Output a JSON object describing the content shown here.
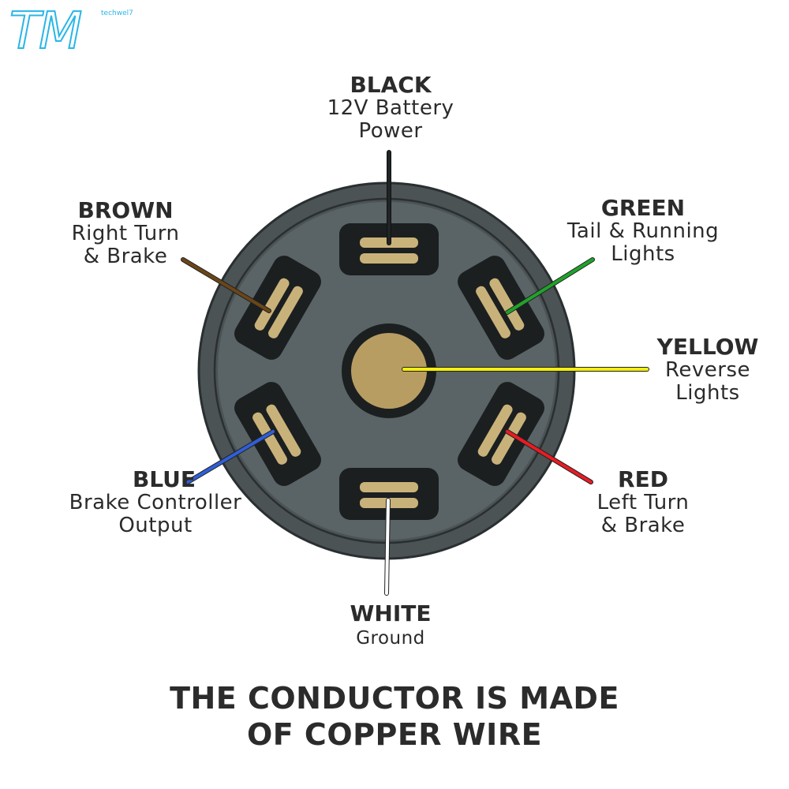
{
  "logo": {
    "text": "TM",
    "subtext": "techwel7"
  },
  "pins": {
    "black": {
      "name": "BLACK",
      "desc1": "12V Battery",
      "desc2": "Power",
      "color": "#1f2426"
    },
    "green": {
      "name": "GREEN",
      "desc1": "Tail & Running",
      "desc2": "Lights",
      "color": "#1fa32a"
    },
    "yellow": {
      "name": "YELLOW",
      "desc1": "Reverse",
      "desc2": "Lights",
      "color": "#f5ee0f"
    },
    "red": {
      "name": "RED",
      "desc1": "Left Turn",
      "desc2": "& Brake",
      "color": "#e81c22"
    },
    "white": {
      "name": "WHITE",
      "desc1": "Ground",
      "desc2": "",
      "color": "#ffffff"
    },
    "blue": {
      "name": "BLUE",
      "desc1": "Brake Controller",
      "desc2": "Output",
      "color": "#2f5fd8"
    },
    "brown": {
      "name": "BROWN",
      "desc1": "Right Turn",
      "desc2": "& Brake",
      "color": "#6b4618"
    }
  },
  "footer": {
    "line1": "THE CONDUCTOR IS MADE",
    "line2": "OF COPPER WIRE"
  }
}
